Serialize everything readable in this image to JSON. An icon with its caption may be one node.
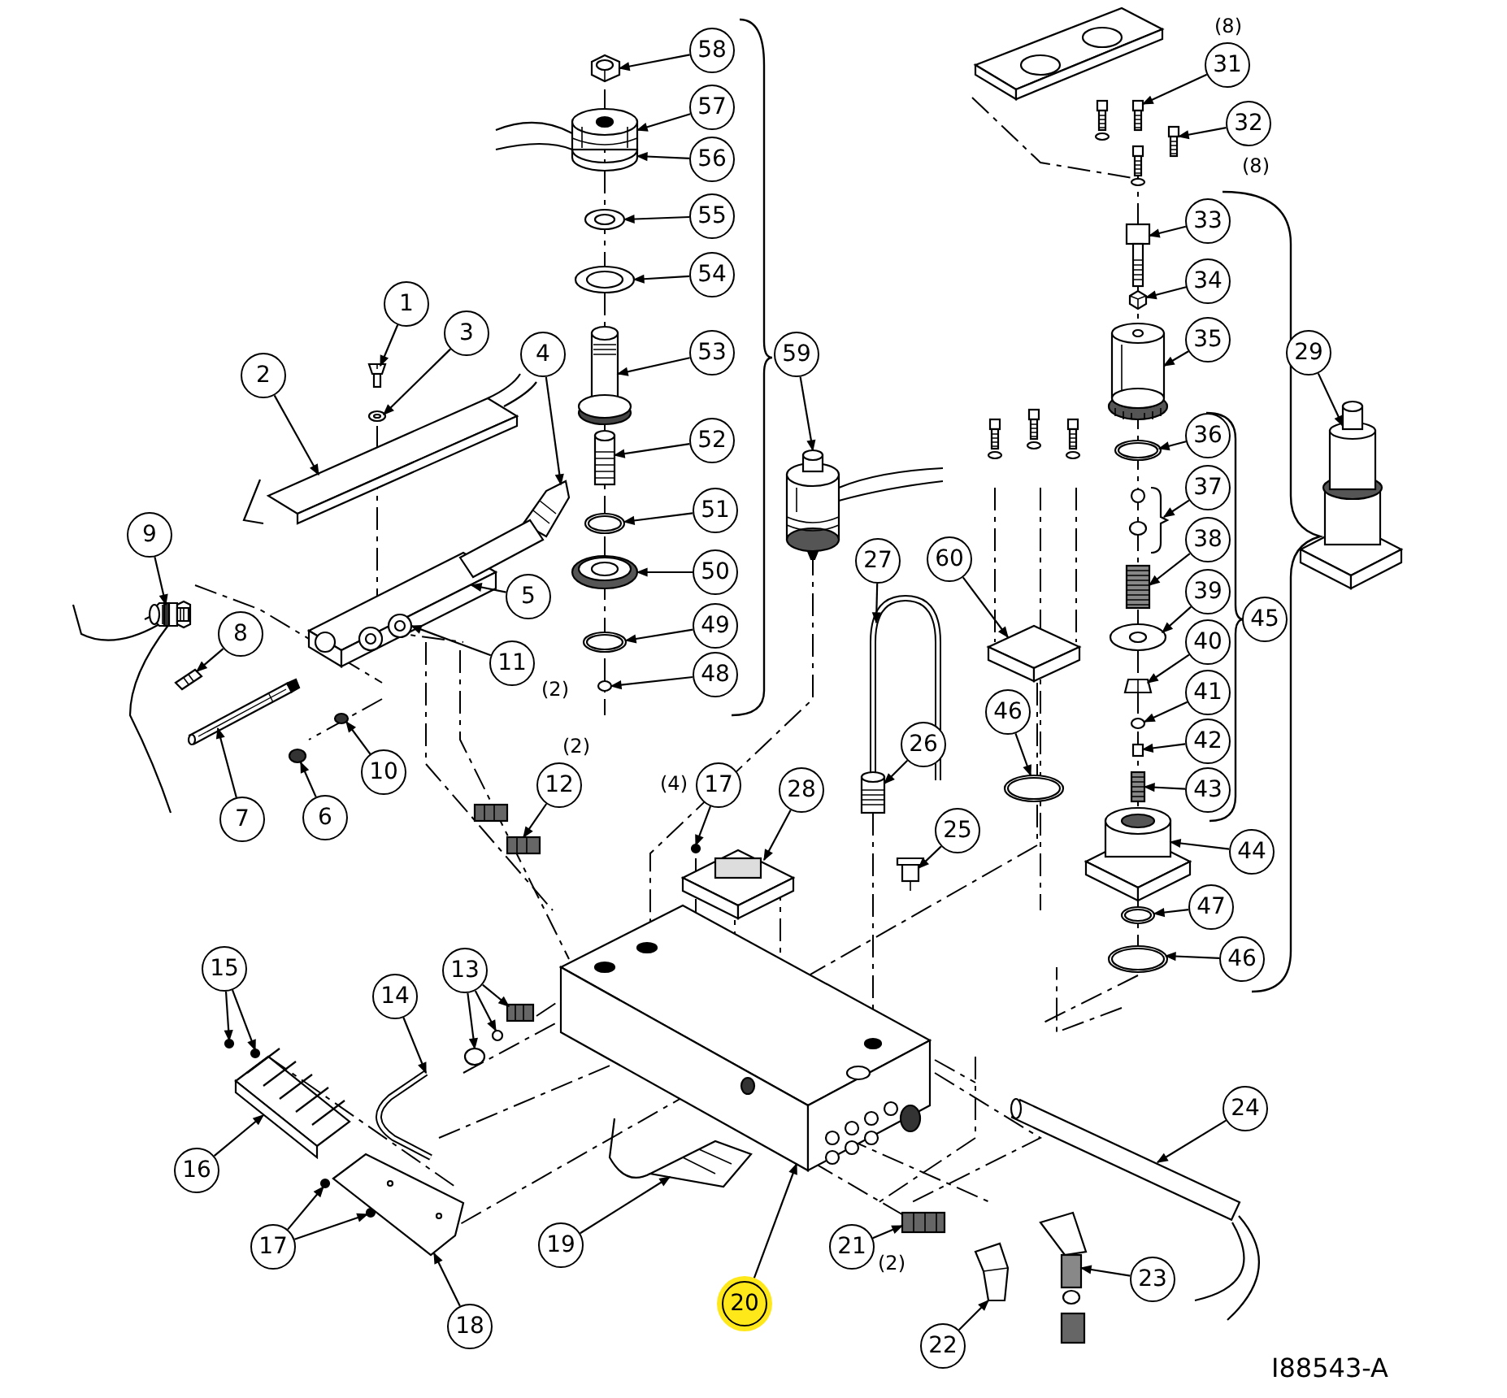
{
  "diagram": {
    "nodes": [
      {
        "text": [
          "58"
        ]
      },
      {
        "text": [
          "57"
        ]
      },
      {
        "text": [
          "56"
        ]
      },
      {
        "text": [
          "55"
        ]
      },
      {
        "text": [
          "54"
        ]
      },
      {
        "text": [
          "31"
        ],
        "beside": [
          "(8)"
        ]
      },
      {
        "text": [
          "32"
        ],
        "beside": [
          "(8)"
        ]
      },
      {
        "text": [
          "1"
        ]
      },
      {
        "text": [
          "3"
        ]
      },
      {
        "text": [
          "53"
        ]
      },
      {
        "text": [
          "33"
        ]
      },
      {
        "text": [
          "34"
        ]
      },
      {
        "text": [
          "35"
        ]
      },
      {
        "text": [
          "2"
        ]
      },
      {
        "text": [
          "4"
        ]
      },
      {
        "text": [
          "59"
        ]
      },
      {
        "text": [
          "29"
        ]
      },
      {
        "text": [
          "36"
        ]
      },
      {
        "text": [
          "52"
        ]
      },
      {
        "text": [
          "37"
        ]
      },
      {
        "text": [
          "51"
        ]
      },
      {
        "text": [
          "38"
        ]
      },
      {
        "text": [
          "9"
        ]
      },
      {
        "text": [
          "60"
        ]
      },
      {
        "text": [
          "27"
        ]
      },
      {
        "text": [
          "50"
        ]
      },
      {
        "text": [
          "5"
        ]
      },
      {
        "text": [
          "39"
        ]
      },
      {
        "text": [
          "45"
        ]
      },
      {
        "text": [
          "49"
        ]
      },
      {
        "text": [
          "8"
        ]
      },
      {
        "text": [
          "40"
        ]
      },
      {
        "text": [
          "11"
        ],
        "beside": [
          "(2)"
        ]
      },
      {
        "text": [
          "48"
        ]
      },
      {
        "text": [
          "41"
        ]
      },
      {
        "text": [
          "46"
        ]
      },
      {
        "text": [
          "42"
        ]
      },
      {
        "text": [
          "26"
        ]
      },
      {
        "text": [
          "10"
        ]
      },
      {
        "text": [
          "17"
        ],
        "beside": [
          "(4)"
        ]
      },
      {
        "text": [
          "12"
        ],
        "beside": [
          "(2)"
        ]
      },
      {
        "text": [
          "28"
        ]
      },
      {
        "text": [
          "43"
        ]
      },
      {
        "text": [
          "7"
        ]
      },
      {
        "text": [
          "6"
        ]
      },
      {
        "text": [
          "25"
        ]
      },
      {
        "text": [
          "44"
        ]
      },
      {
        "text": [
          "47"
        ]
      },
      {
        "text": [
          "46"
        ]
      },
      {
        "text": [
          "15"
        ]
      },
      {
        "text": [
          "13"
        ]
      },
      {
        "text": [
          "14"
        ]
      },
      {
        "text": [
          "24"
        ]
      },
      {
        "text": [
          "16"
        ]
      },
      {
        "text": [
          "21"
        ],
        "beside": [
          "(2)"
        ]
      },
      {
        "text": [
          "19"
        ]
      },
      {
        "text": [
          "17"
        ]
      },
      {
        "text": [
          "23"
        ]
      },
      {
        "text": [
          "20"
        ]
      },
      {
        "text": [
          "18"
        ]
      },
      {
        "text": [
          "22"
        ]
      },
      {
        "text": [],
        "shape": "picture"
      },
      {
        "text": [],
        "shape": "picture"
      },
      {
        "text": [],
        "shape": "picture"
      },
      {
        "text": [],
        "shape": "picture"
      },
      {
        "text": [],
        "shape": "picture"
      },
      {
        "text": [],
        "shape": "picture"
      },
      {
        "text": [],
        "shape": "picture"
      },
      {
        "text": [],
        "shape": "picture"
      },
      {
        "text": [],
        "shape": "picture"
      },
      {
        "text": [],
        "shape": "picture"
      },
      {
        "text": [],
        "shape": "picture"
      },
      {
        "text": [],
        "shape": "picture"
      },
      {
        "text": [],
        "shape": "picture"
      },
      {
        "text": [],
        "shape": "picture"
      },
      {
        "text": [],
        "shape": "picture"
      },
      {
        "text": [],
        "shape": "picture"
      },
      {
        "text": [],
        "shape": "picture"
      },
      {
        "text": [],
        "shape": "picture"
      },
      {
        "text": [],
        "shape": "picture"
      },
      {
        "text": [],
        "shape": "picture"
      },
      {
        "text": [],
        "shape": "picture"
      },
      {
        "text": [],
        "shape": "picture"
      },
      {
        "text": [],
        "shape": "picture"
      },
      {
        "text": [],
        "shape": "picture"
      },
      {
        "text": [],
        "shape": "picture"
      },
      {
        "text": [],
        "shape": "picture"
      },
      {
        "text": [],
        "shape": "picture"
      },
      {
        "text": [],
        "shape": "picture"
      },
      {
        "text": [],
        "shape": "picture"
      },
      {
        "text": [],
        "shape": "picture"
      },
      {
        "text": [],
        "shape": "picture"
      },
      {
        "text": [],
        "shape": "picture"
      },
      {
        "text": [],
        "shape": "circle"
      },
      {
        "text": [],
        "shape": "circle"
      },
      {
        "text": [],
        "shape": "picture"
      },
      {
        "text": [],
        "shape": "box"
      },
      {
        "text": [],
        "shape": "picture"
      },
      {
        "text": [],
        "shape": "circle"
      },
      {
        "text": [],
        "shape": "circle"
      },
      {
        "text": [],
        "shape": "picture"
      },
      {
        "text": [],
        "shape": "picture"
      },
      {
        "text": [],
        "shape": "picture"
      },
      {
        "text": [],
        "shape": "picture"
      },
      {
        "text": [],
        "shape": "circle"
      },
      {
        "text": [],
        "shape": "picture"
      },
      {
        "text": [],
        "shape": "picture"
      },
      {
        "text": [],
        "shape": "picture"
      },
      {
        "text": [],
        "shape": "picture"
      },
      {
        "text": [],
        "shape": "circle"
      },
      {
        "text": [],
        "shape": "circle"
      },
      {
        "text": [],
        "shape": "circle"
      },
      {
        "text": [],
        "shape": "circle"
      },
      {
        "text": [],
        "shape": "picture"
      },
      {
        "text": [],
        "shape": "picture"
      },
      {
        "text": [],
        "shape": "picture"
      },
      {
        "text": [],
        "shape": "picture"
      },
      {
        "text": [],
        "shape": "picture"
      },
      {
        "text": [],
        "shape": "picture"
      },
      {
        "text": [],
        "shape": "circle"
      },
      {
        "text": [],
        "shape": "circle"
      },
      {
        "text": [],
        "shape": "picture"
      },
      {
        "text": [],
        "shape": "picture"
      },
      {
        "text": [],
        "shape": "picture"
      },
      {
        "text": [],
        "shape": "picture"
      }
    ],
    "edges": [
      {
        "from": 0,
        "to": 61,
        "arrow": "to"
      },
      {
        "from": 1,
        "to": 62,
        "arrow": "to"
      },
      {
        "from": 2,
        "to": 63,
        "arrow": "to"
      },
      {
        "from": 3,
        "to": 64,
        "arrow": "to"
      },
      {
        "from": 4,
        "to": 65,
        "arrow": "to"
      },
      {
        "from": 5,
        "to": 66,
        "arrow": "to"
      },
      {
        "from": 6,
        "to": 67,
        "arrow": "to"
      },
      {
        "from": 7,
        "to": 68,
        "arrow": "to"
      },
      {
        "from": 8,
        "to": 69,
        "arrow": "to"
      },
      {
        "from": 9,
        "to": 70,
        "arrow": "to"
      },
      {
        "from": 10,
        "to": 71,
        "arrow": "to"
      },
      {
        "from": 11,
        "to": 72,
        "arrow": "to"
      },
      {
        "from": 12,
        "to": 73,
        "arrow": "to"
      },
      {
        "from": 13,
        "to": 74,
        "arrow": "to"
      },
      {
        "from": 14,
        "to": 75,
        "arrow": "to"
      },
      {
        "from": 15,
        "to": 76,
        "arrow": "to"
      },
      {
        "from": 16,
        "to": 77,
        "arrow": "to"
      },
      {
        "from": 17,
        "to": 78,
        "arrow": "to"
      },
      {
        "from": 18,
        "to": 79,
        "arrow": "to"
      },
      {
        "from": 19,
        "to": 80,
        "arrow": "to"
      },
      {
        "from": 20,
        "to": 81,
        "arrow": "to"
      },
      {
        "from": 21,
        "to": 82,
        "arrow": "to"
      },
      {
        "from": 22,
        "to": 83,
        "arrow": "to"
      },
      {
        "from": 23,
        "to": 84,
        "arrow": "to"
      },
      {
        "from": 24,
        "to": 85,
        "arrow": "to"
      },
      {
        "from": 25,
        "to": 86,
        "arrow": "to"
      },
      {
        "from": 26,
        "to": 87,
        "arrow": "to"
      },
      {
        "from": 27,
        "to": 88,
        "arrow": "to"
      },
      {
        "from": 29,
        "to": 89,
        "arrow": "to"
      },
      {
        "from": 30,
        "to": 90,
        "arrow": "to"
      },
      {
        "from": 31,
        "to": 91,
        "arrow": "to"
      },
      {
        "from": 32,
        "to": 92,
        "arrow": "to"
      },
      {
        "from": 33,
        "to": 93,
        "arrow": "to"
      },
      {
        "from": 34,
        "to": 94,
        "arrow": "to"
      },
      {
        "from": 35,
        "to": 95,
        "arrow": "to"
      },
      {
        "from": 36,
        "to": 96,
        "arrow": "to"
      },
      {
        "from": 37,
        "to": 97,
        "arrow": "to"
      },
      {
        "from": 38,
        "to": 98,
        "arrow": "to"
      },
      {
        "from": 39,
        "to": 99,
        "arrow": "to"
      },
      {
        "from": 40,
        "to": 100,
        "arrow": "to"
      },
      {
        "from": 41,
        "to": 101,
        "arrow": "to"
      },
      {
        "from": 42,
        "to": 102,
        "arrow": "to"
      },
      {
        "from": 43,
        "to": 103,
        "arrow": "to"
      },
      {
        "from": 44,
        "to": 104,
        "arrow": "to"
      },
      {
        "from": 45,
        "to": 105,
        "arrow": "to"
      },
      {
        "from": 46,
        "to": 106,
        "arrow": "to"
      },
      {
        "from": 47,
        "to": 107,
        "arrow": "to"
      },
      {
        "from": 48,
        "to": 108,
        "arrow": "to"
      },
      {
        "from": 49,
        "to": 109,
        "arrow": "to"
      },
      {
        "from": 49,
        "to": 110,
        "arrow": "to"
      },
      {
        "from": 50,
        "to": 111,
        "arrow": "to"
      },
      {
        "from": 50,
        "to": 112,
        "arrow": "to"
      },
      {
        "from": 50,
        "to": 113,
        "arrow": "to"
      },
      {
        "from": 51,
        "to": 114,
        "arrow": "to"
      },
      {
        "from": 52,
        "to": 115,
        "arrow": "to"
      },
      {
        "from": 53,
        "to": 116,
        "arrow": "to"
      },
      {
        "from": 54,
        "to": 117,
        "arrow": "to"
      },
      {
        "from": 55,
        "to": 118,
        "arrow": "to"
      },
      {
        "from": 56,
        "to": 119,
        "arrow": "to"
      },
      {
        "from": 56,
        "to": 120,
        "arrow": "to"
      },
      {
        "from": 57,
        "to": 121,
        "arrow": "to"
      },
      {
        "from": 58,
        "to": 122,
        "arrow": "to"
      },
      {
        "from": 59,
        "to": 123,
        "arrow": "to"
      },
      {
        "from": 60,
        "to": 124,
        "arrow": "to"
      }
    ],
    "labels": [
      "I88543-A"
    ]
  }
}
